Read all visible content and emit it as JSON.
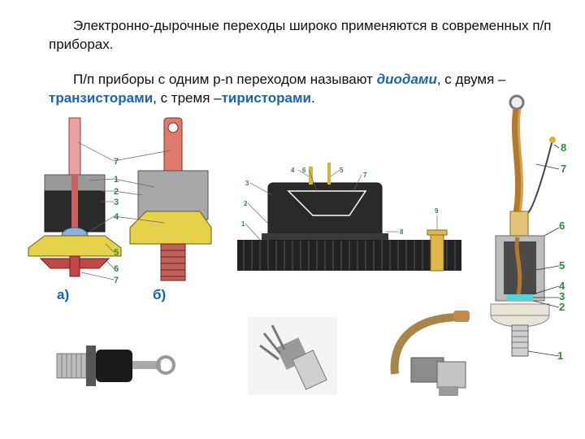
{
  "text": {
    "p1": "Электронно-дырочные переходы широко применяются в современных п/п приборах.",
    "p2_a": "П/п приборы с одним p-n переходом называют ",
    "p2_diodes": "диодами",
    "p2_b": ", с двумя – ",
    "p2_transistors": "транзисторами",
    "p2_c": ", с тремя –",
    "p2_thyristors": "тиристорами",
    "p2_d": "."
  },
  "diode_figure": {
    "caption_a": "а)",
    "caption_b": "б)",
    "labels_a": [
      "7",
      "1",
      "2",
      "3",
      "4",
      "5",
      "6",
      "7"
    ]
  },
  "transistor_figure": {
    "labels": [
      "4",
      "6",
      "5",
      "7",
      "3",
      "2",
      "1",
      "8",
      "9"
    ]
  },
  "thyristor_figure": {
    "labels": [
      "8",
      "7",
      "6",
      "5",
      "4",
      "3",
      "2",
      "1"
    ]
  }
}
